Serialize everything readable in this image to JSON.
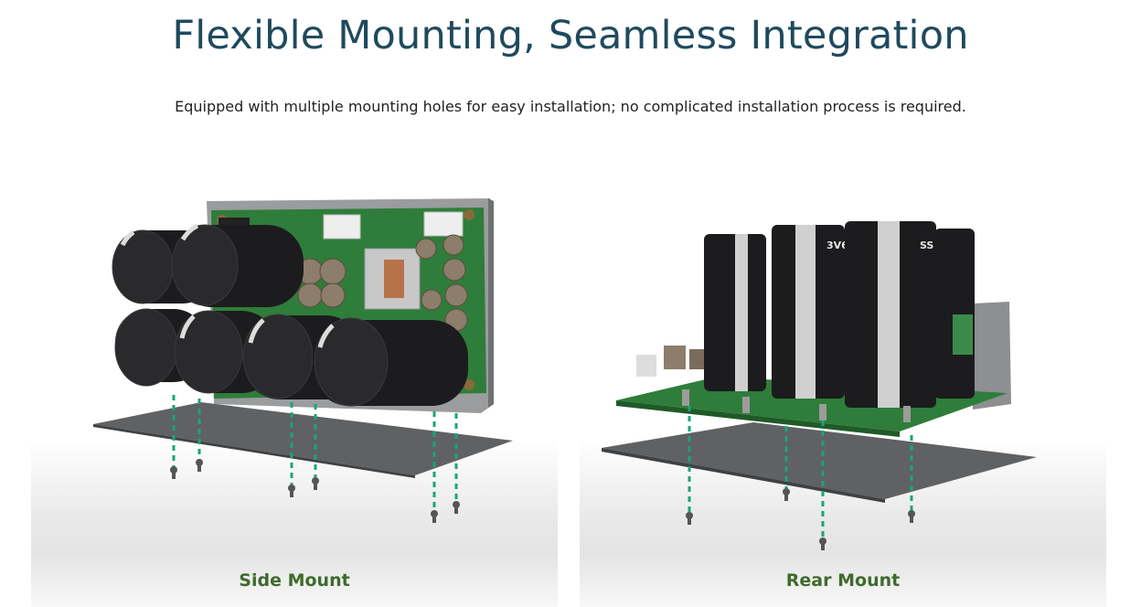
{
  "heading": {
    "title": "Flexible Mounting, Seamless Integration",
    "subtitle": "Equipped with multiple mounting holes for easy installation; no complicated installation process is required."
  },
  "cards": [
    {
      "label": "Side Mount"
    },
    {
      "label": "Rear Mount"
    }
  ],
  "capacitor_marking": {
    "rating": "3V6",
    "brand": "SS"
  },
  "colors": {
    "title": "#1f4a5e",
    "label": "#3e6b2c",
    "guide_line": "#1aa57a",
    "pcb": "#2f7d3a",
    "capacitor": "#1c1c1e",
    "plate": "#5f6163"
  }
}
